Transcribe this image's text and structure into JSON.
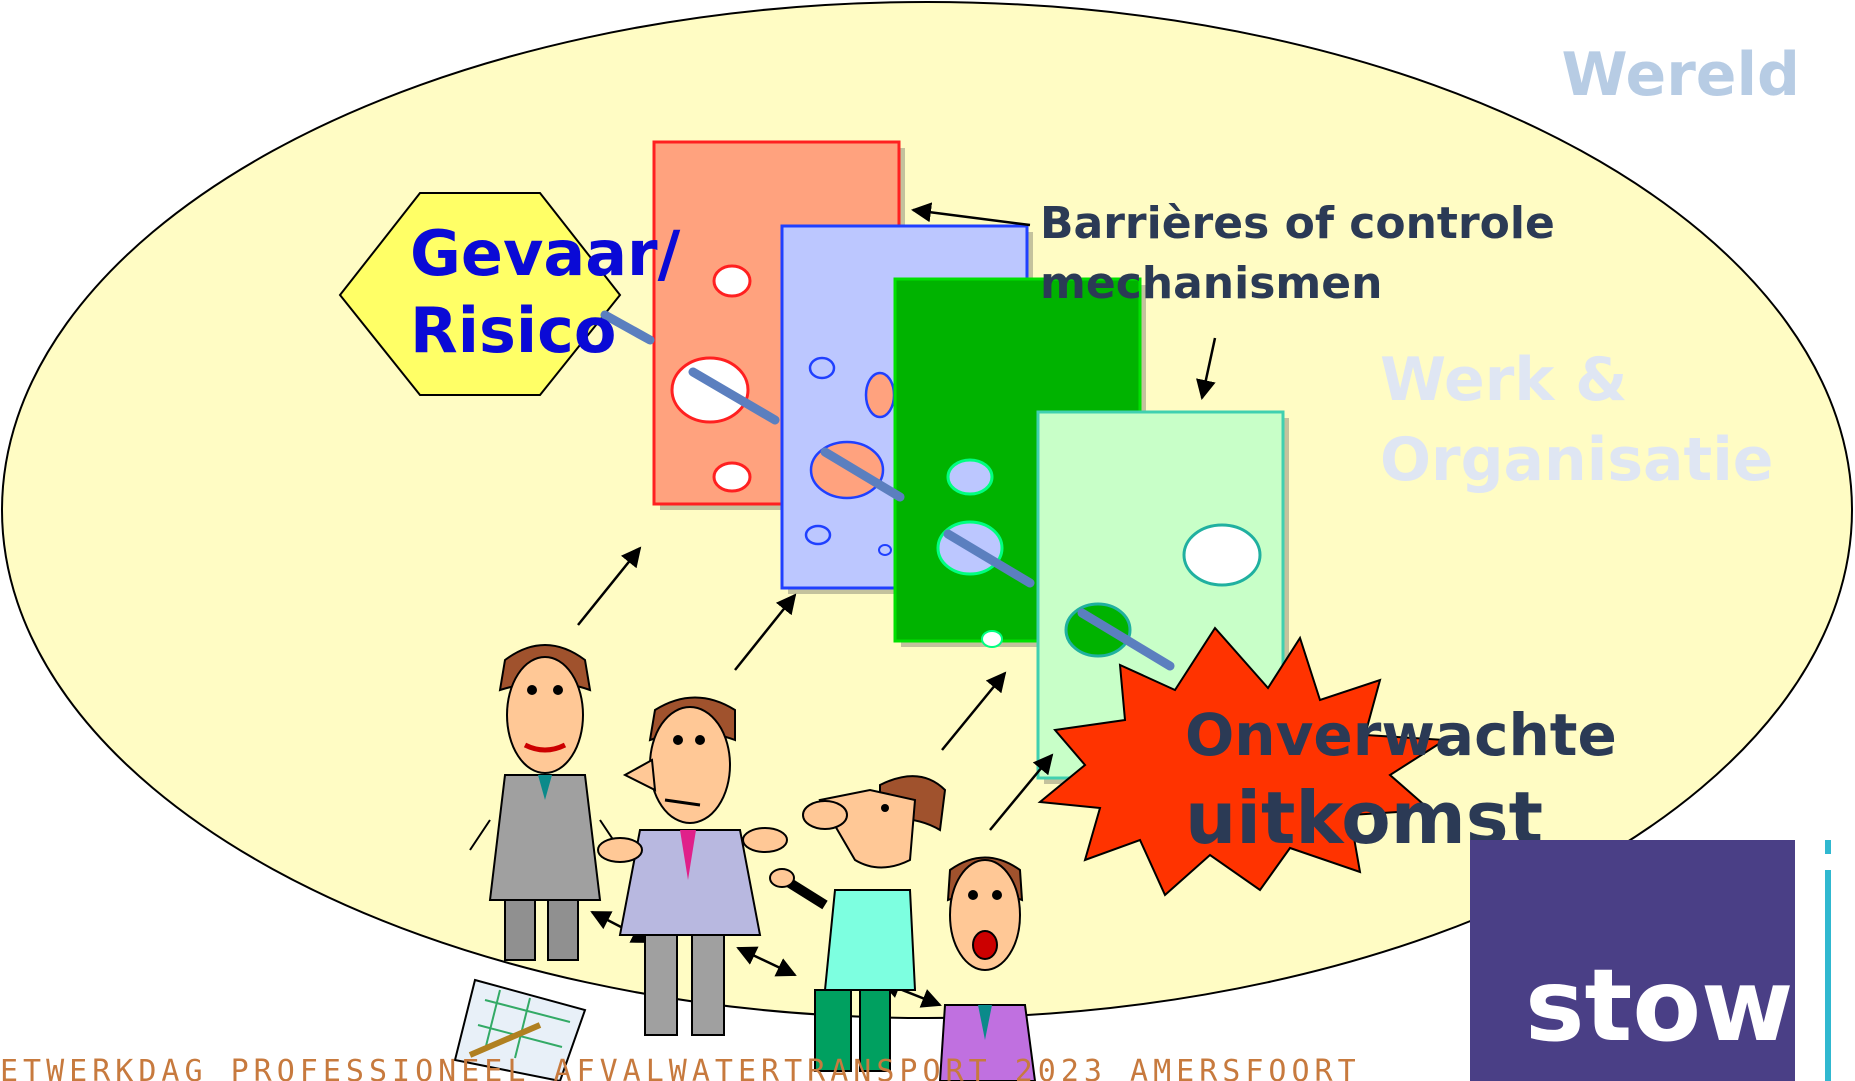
{
  "labels": {
    "world": "Wereld",
    "organisation_line1": "Werk &",
    "organisation_line2": "Organisatie",
    "barriers_line1": "Barrières of controle",
    "barriers_line2": "mechanismen",
    "hazard_line1": "Gevaar/",
    "hazard_line2": "Risico",
    "outcome_line1": "Onverwachte",
    "outcome_line2": "uitkomst"
  },
  "logo": {
    "text": "stowa"
  },
  "footer": {
    "text": "ETWERKDAG PROFESSIONEEL AFVALWATERTRANSPORT 2023 AMERSFOORT"
  },
  "colors": {
    "world_ellipse": "#fffcc4",
    "hazard_hexagon": "#ffff66",
    "slice_1": "#ffa27e",
    "slice_2": "#bcc7ff",
    "slice_3": "#00b300",
    "slice_4": "#c8ffc8",
    "outcome_burst": "#ff3300",
    "logo_bg": "#4a3f86",
    "trajectory": "#5b7fbf"
  }
}
